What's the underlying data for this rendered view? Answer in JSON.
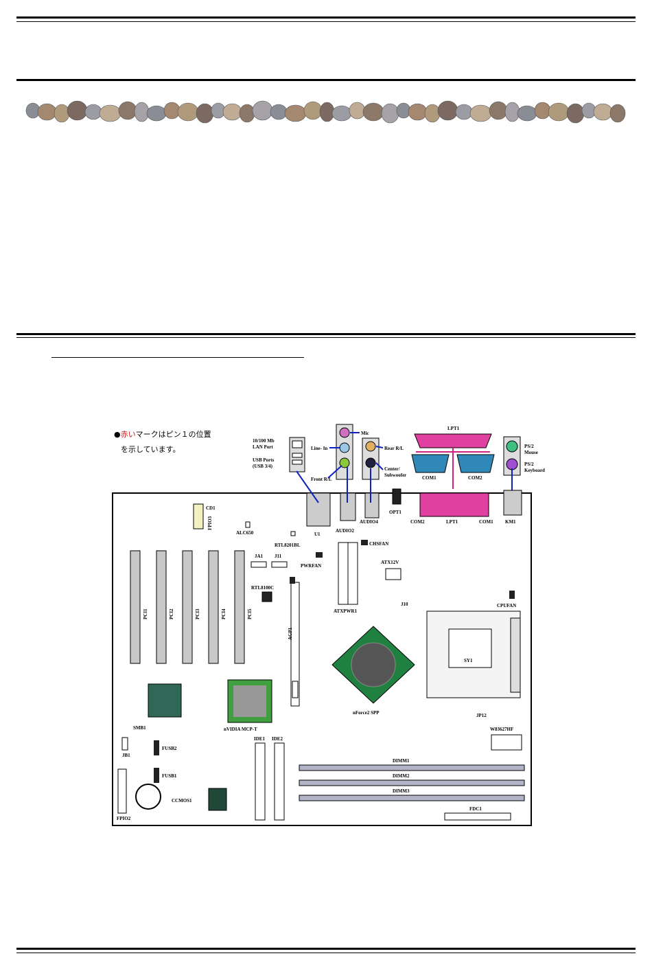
{
  "note": {
    "bullet": "●",
    "red_part": "赤い",
    "line1_rest": "マークはピン１の位置",
    "line2": "を示しています。"
  },
  "back_panel": {
    "lan_usb_top": "10/100 Mb",
    "lan_port": "LAN Port",
    "usb_ports": "USB Ports",
    "usb_sub": "(USB 3/4)",
    "mic": "Mic",
    "line_in": "Line- In",
    "front_rk": "Front R/L",
    "rear_rl": "Rear R/L",
    "center": "Center/",
    "subwoofer": "Subwoofer",
    "lpt1_top": "LPT1",
    "com1_top": "COM1",
    "com2_top": "COM2",
    "ps2_mouse_1": "PS/2",
    "ps2_mouse_2": "Mouse",
    "ps2_kb_1": "PS/2",
    "ps2_kb_2": "Keyboard"
  },
  "board": {
    "u1": "U1",
    "audio2": "AUDIO2",
    "audio4": "AUDIO4",
    "opt1": "OPT1",
    "com2": "COM2",
    "lpt1": "LPT1",
    "com1": "COM1",
    "km1": "KM1",
    "cd1": "CD1",
    "fpio3": "FPIO3",
    "alc650": "ALC650",
    "rtl8201bl": "RTL8201BL",
    "ja": "JA1",
    "ja1": "J11",
    "pwr_fan": "PWRFAN",
    "chs_fan": "CHSFAN",
    "atx12v": "ATX12V",
    "atxpwr": "ATXPWR1",
    "rtl8100": "RTL8100C",
    "j10": "J10",
    "agp": "AGP1",
    "pci": [
      "PCI1",
      "PCI2",
      "PCI3",
      "PCI4",
      "PCI5"
    ],
    "cpufan": "CPUFAN",
    "sy1": "SY1",
    "nforce": "nForce2 SPP",
    "mcp": "nVIDIA MCP-T",
    "smb": "SMB1",
    "jb1": "JB1",
    "fusb2": "FUSB2",
    "fusb1": "FUSB1",
    "ide1": "IDE1",
    "ide2": "IDE2",
    "ccmos": "CCMOS1",
    "fpio2": "FPIO2",
    "dimm1": "DIMM1",
    "dimm2": "DIMM2",
    "dimm3": "DIMM3",
    "fdc1": "FDC1",
    "jp12": "JP12",
    "w83627": "W83627HF"
  }
}
